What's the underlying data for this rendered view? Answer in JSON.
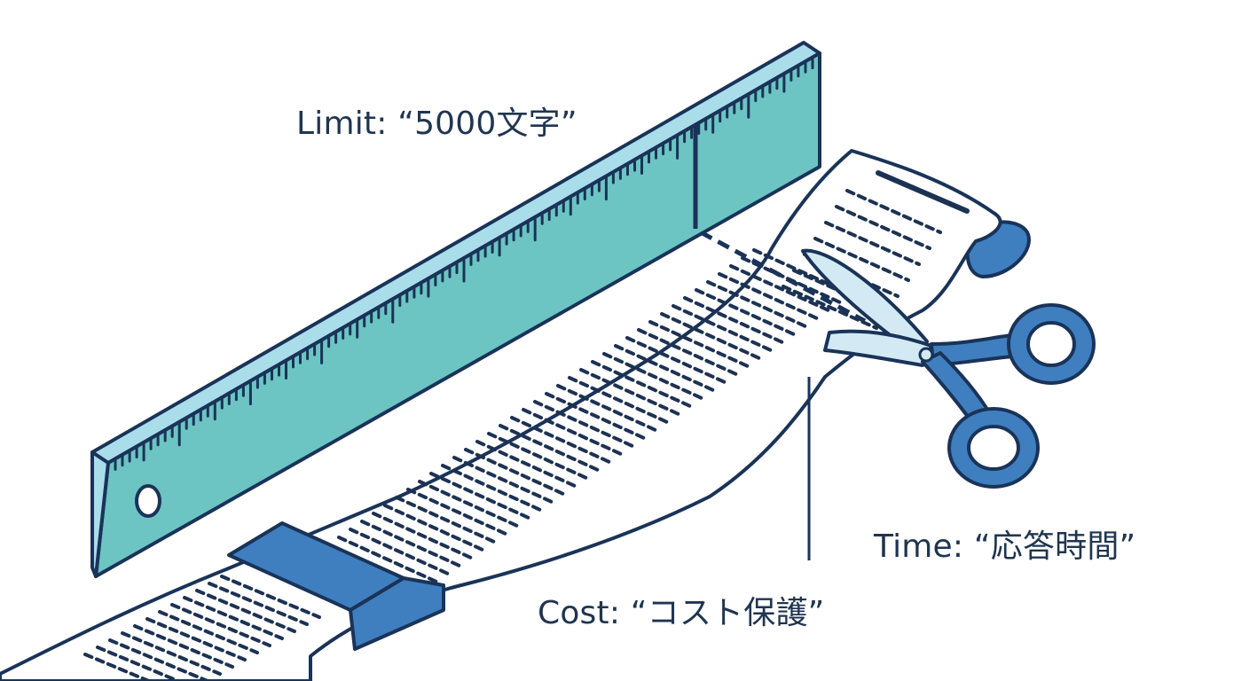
{
  "labels": {
    "limit": "Limit: “5000文字”",
    "time": "Time: “応答時間”",
    "cost": "Cost: “コスト保護”"
  },
  "icons": {
    "ruler": "ruler-icon",
    "paper": "paper-roll-icon",
    "scissors": "scissors-icon",
    "band": "cost-band-icon"
  },
  "colors": {
    "outline": "#1a3358",
    "ruler_face": "#6cc5c3",
    "ruler_edge": "#a9ddea",
    "paper": "#ffffff",
    "text_lines": "#1d3253",
    "band": "#3f7fc0",
    "scissor_blade": "#d3eaf5",
    "scissor_handle": "#3f7fc0"
  }
}
